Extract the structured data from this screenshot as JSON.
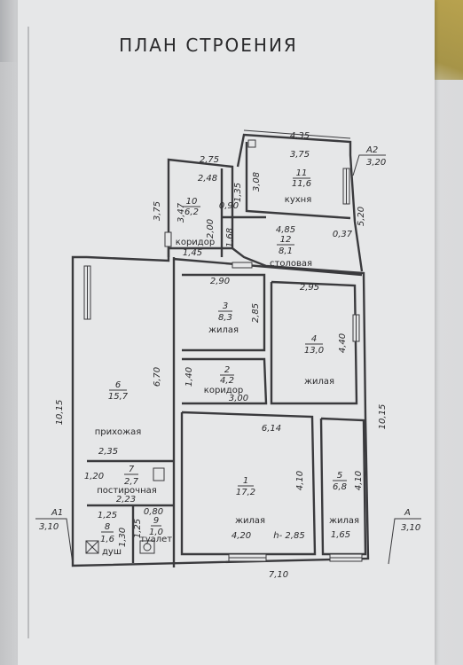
{
  "title": "ПЛАН СТРОЕНИЯ",
  "rooms": [
    {
      "num": "1",
      "area": "17,2",
      "name": "жилая"
    },
    {
      "num": "2",
      "area": "4,2",
      "name": "коридор"
    },
    {
      "num": "3",
      "area": "8,3",
      "name": "жилая"
    },
    {
      "num": "4",
      "area": "13,0",
      "name": "жилая"
    },
    {
      "num": "5",
      "area": "6,8",
      "name": "жилая"
    },
    {
      "num": "6",
      "area": "15,7",
      "name": "прихожая"
    },
    {
      "num": "7",
      "area": "2,7",
      "name": "постирочная"
    },
    {
      "num": "8",
      "area": "1,6",
      "name": "душ"
    },
    {
      "num": "9",
      "area": "1,0",
      "name": "туалет"
    },
    {
      "num": "10",
      "area": "6,2",
      "name": "коридор"
    },
    {
      "num": "11",
      "area": "11,6",
      "name": "кухня"
    },
    {
      "num": "12",
      "area": "8,1",
      "name": "столовая"
    }
  ],
  "dims": {
    "top_total": "4,35",
    "kitchen_w": "3,75",
    "left_ext_top": "2,75",
    "corr10_w": "2,48",
    "d_308": "3,08",
    "d_135": "1,35",
    "d_090": "0,90",
    "d_347": "3,47",
    "d_375": "3,75",
    "d_200": "2,00",
    "d_485": "4,85",
    "d_168": "1,68",
    "d_037": "0,37",
    "d_520": "5,20",
    "d_145": "1,45",
    "d_290": "2,90",
    "d_295": "2,95",
    "d_285": "2,85",
    "d_440": "4,40",
    "d_670": "6,70",
    "d_140": "1,40",
    "d_300": "3,00",
    "d_1015_left": "10,15",
    "d_1015_right": "10,15",
    "d_614": "6,14",
    "d_235": "2,35",
    "d_120": "1,20",
    "d_223": "2,23",
    "d_410_a": "4,10",
    "d_410_b": "4,10",
    "d_125_a": "1,25",
    "d_125_b": "1,25",
    "d_130": "1,30",
    "d_080": "0,80",
    "d_420": "4,20",
    "height": "h- 2,85",
    "d_165": "1,65",
    "bottom_total": "7,10"
  },
  "sections": {
    "a1_label": "А1",
    "a1_value": "3,10",
    "a_label": "А",
    "a_value": "3,10",
    "a2_label": "А2",
    "a2_value": "3,20"
  }
}
